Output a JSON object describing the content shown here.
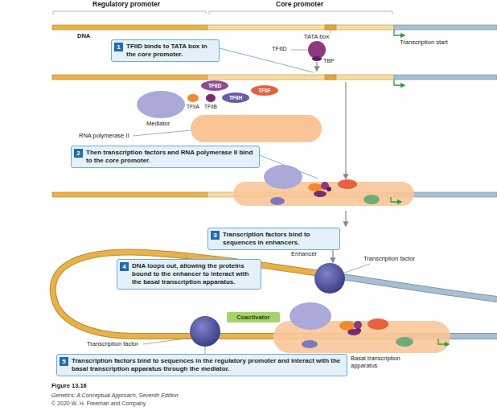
{
  "diagram": {
    "caption": "Figure 13.16",
    "nodes": [
      {
        "text": [
          "1",
          "TFIID binds to TATA box in the core promoter."
        ]
      },
      {
        "text": [
          "TFIID"
        ]
      },
      {
        "text": [
          "TFIIF"
        ]
      },
      {
        "text": [
          "TFIIH"
        ]
      },
      {
        "text": [
          "2",
          "Then transcription factors and RNA polymerase II bind to the core promoter."
        ]
      },
      {
        "text": [
          "3",
          "Transcription factors bind to sequences in enhancers."
        ]
      },
      {
        "text": [
          "4",
          "DNA loops out, allowing the proteins bound to the enhancer to interact with the basal transcription apparatus."
        ]
      },
      {
        "text": [
          "Coactivator"
        ]
      },
      {
        "text": [
          "5",
          "Transcription factors bind to sequences in the regulatory promoter and interact with the basal transcription apparatus through the mediator."
        ]
      }
    ],
    "labels": [
      "Regulatory promoter",
      "Core promoter",
      "DNA",
      "TATA box",
      "TFIID",
      "TBP",
      "Transcription start",
      "TFIIA",
      "TFIIB",
      "Mediator",
      "RNA polymerase II",
      "Enhancer",
      "Transcription factor",
      "Transcription factor",
      "Basal transcription apparatus",
      "Genetics: A Conceptual Approach, Seventh Edition",
      "© 2020 W. H. Freeman and Company"
    ]
  }
}
